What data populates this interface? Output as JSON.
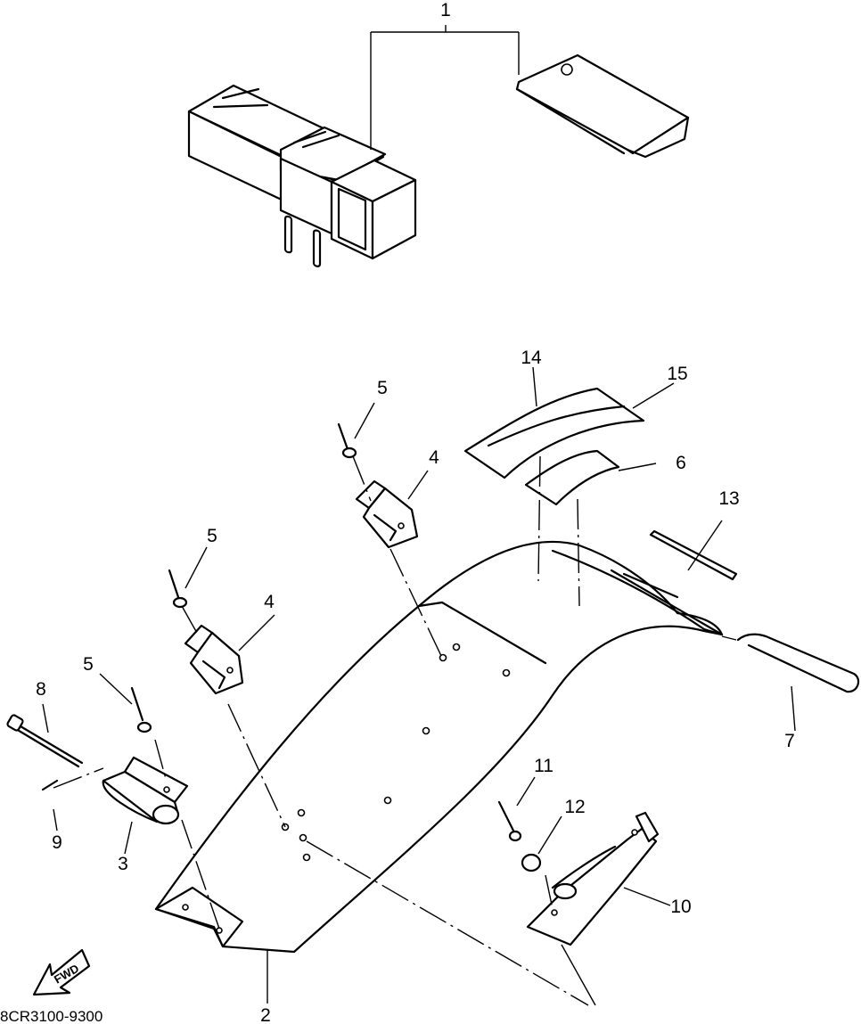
{
  "diagram": {
    "callouts": [
      {
        "id": "c1",
        "text": "1"
      },
      {
        "id": "c2",
        "text": "2"
      },
      {
        "id": "c3",
        "text": "3"
      },
      {
        "id": "c4a",
        "text": "4"
      },
      {
        "id": "c4b",
        "text": "4"
      },
      {
        "id": "c5a",
        "text": "5"
      },
      {
        "id": "c5b",
        "text": "5"
      },
      {
        "id": "c5c",
        "text": "5"
      },
      {
        "id": "c6",
        "text": "6"
      },
      {
        "id": "c7",
        "text": "7"
      },
      {
        "id": "c8",
        "text": "8"
      },
      {
        "id": "c9",
        "text": "9"
      },
      {
        "id": "c10",
        "text": "10"
      },
      {
        "id": "c11",
        "text": "11"
      },
      {
        "id": "c12",
        "text": "12"
      },
      {
        "id": "c13",
        "text": "13"
      },
      {
        "id": "c14",
        "text": "14"
      },
      {
        "id": "c15",
        "text": "15"
      }
    ],
    "direction_label": "FWD",
    "drawing_code": "8CR3100-9300"
  }
}
